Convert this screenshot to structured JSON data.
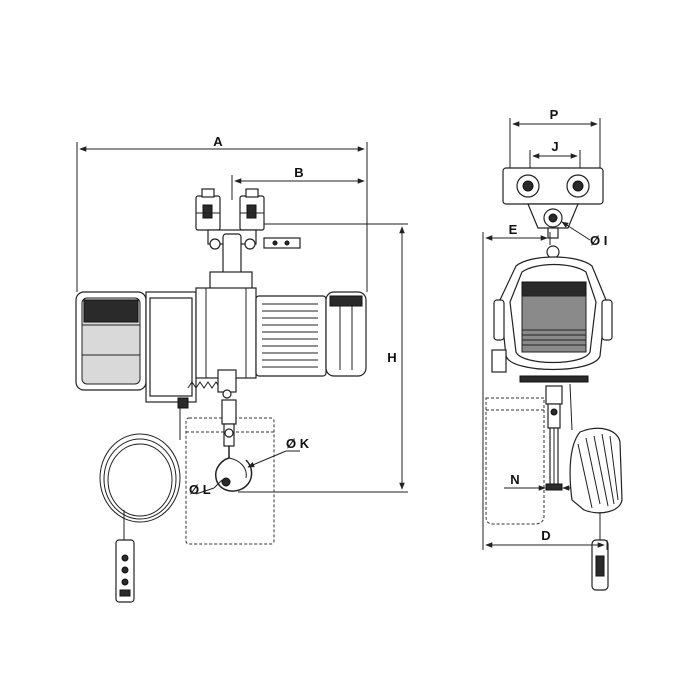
{
  "dimensions": {
    "A": "A",
    "B": "B",
    "H": "H",
    "K": "Ø K",
    "L": "Ø L",
    "P": "P",
    "J": "J",
    "E": "E",
    "I": "Ø I",
    "N": "N",
    "D": "D"
  },
  "colors": {
    "line": "#222222",
    "dark_fill": "#2a2a2a",
    "mid_fill": "#8a8a8a",
    "light_fill": "#d9d9d9"
  }
}
